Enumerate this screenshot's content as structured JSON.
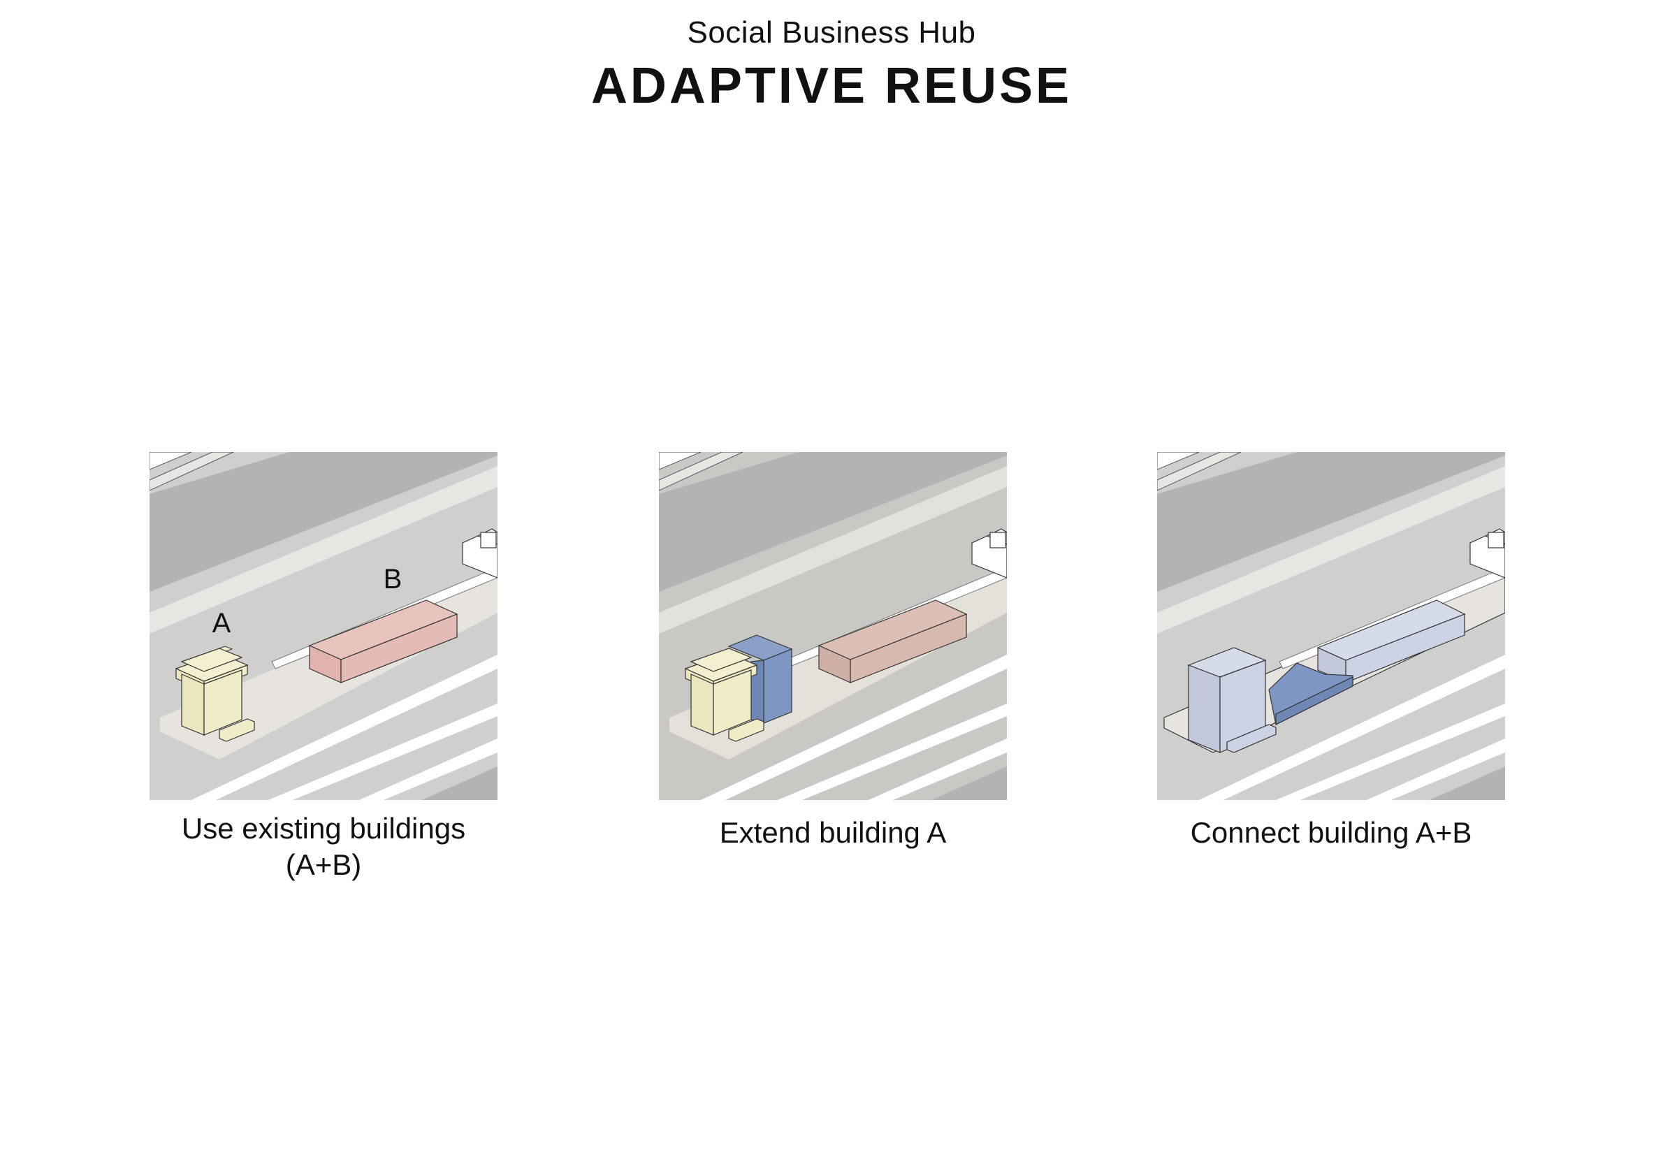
{
  "header": {
    "subtitle": "Social Business Hub",
    "title": "ADAPTIVE REUSE"
  },
  "colors": {
    "building_a_existing": "#f1ecc8",
    "building_b_existing": "#e5bcb5",
    "building_b_variant": "#d8b9ad",
    "extension_blue": "#7d96c4",
    "new_building_lavender": "#ccd3e4",
    "ground": "#e6e3df",
    "road": "#cdcdcb",
    "road_dark": "#b3b3b3"
  },
  "panels": [
    {
      "labels": {
        "a": "A",
        "b": "B"
      },
      "caption": {
        "line1": "Use existing buildings",
        "line2": "(A+B)"
      }
    },
    {
      "caption": {
        "line1": "Extend building A"
      }
    },
    {
      "caption": {
        "line1": "Connect building A+B"
      }
    }
  ]
}
